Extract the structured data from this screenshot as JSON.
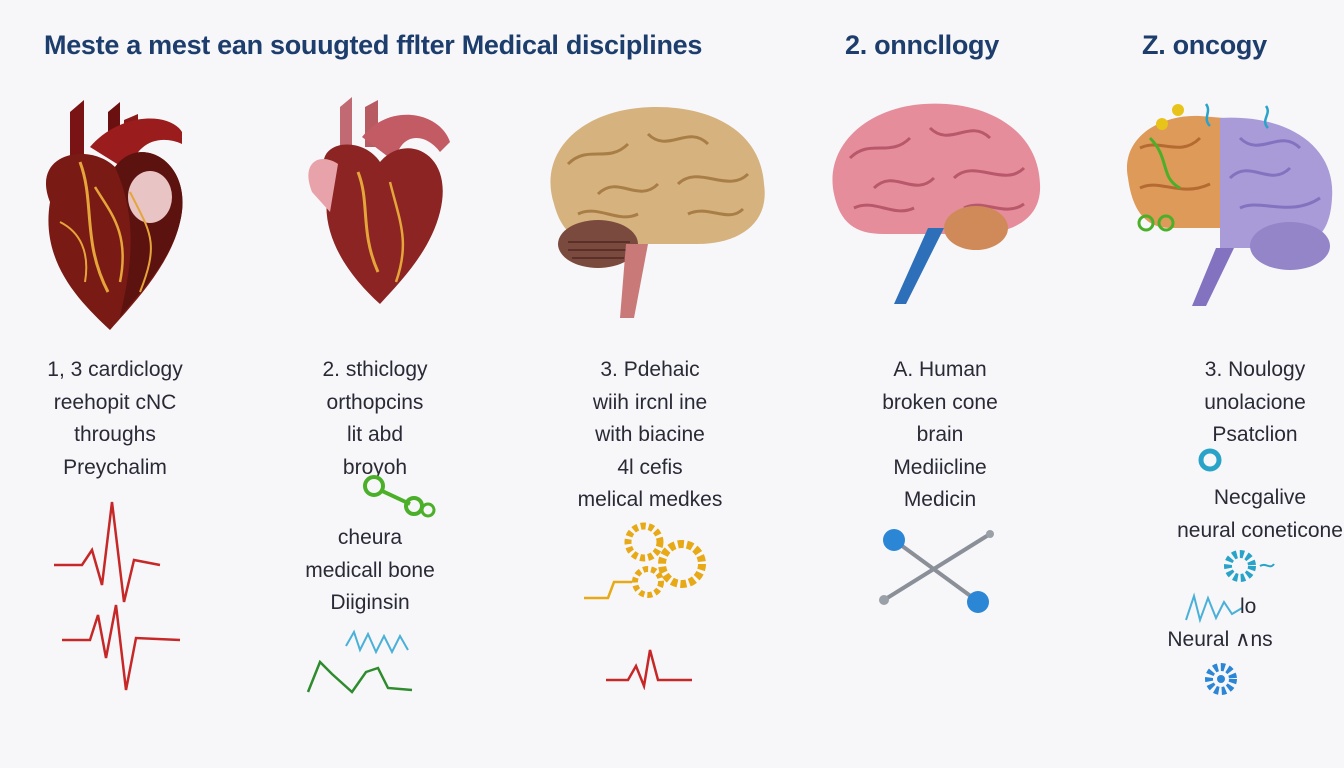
{
  "header": {
    "title": "Meste a mest ean souugted fflter Medical disciplines",
    "col2_title": "2. onncllogy",
    "col3_title": "Z. oncogy"
  },
  "columns": [
    {
      "organ": "heart-anatomical",
      "lines": [
        "1,  3 cardiclogy",
        "reehopit cNC",
        "throughs",
        "Preychalim"
      ],
      "lines_b": []
    },
    {
      "organ": "heart",
      "lines": [
        "2.  sthiclogy",
        "orthopcins",
        "lit abd",
        "broyoh"
      ],
      "lines_b": [
        "cheura",
        "medicall bone",
        "Diiginsin"
      ]
    },
    {
      "organ": "brain-tan",
      "lines": [
        "3.  Pdehaic",
        "wiih ircnl ine",
        "with biacine",
        "4l cefis",
        "melical medkes"
      ],
      "lines_b": []
    },
    {
      "organ": "brain-pink",
      "lines": [
        "A.  Human",
        "broken cone",
        "brain",
        "Mediicline",
        "Medicin"
      ],
      "lines_b": []
    },
    {
      "organ": "brain-purple",
      "lines": [
        "3.  Noulogy",
        "unolacione",
        "Psatclion"
      ],
      "lines_b": [
        "Necgalive",
        "neural coneticone"
      ],
      "lines_c": [
        "Neural ∧ns"
      ],
      "fragment": "lo"
    }
  ],
  "colors": {
    "title": "#1d3e6c",
    "text": "#2a2a36",
    "ecg_red": "#c62828",
    "ecg_green": "#2e8b2e",
    "gear_gold": "#e8a917",
    "molecule_blue": "#2c86d6",
    "icon_teal": "#2aa3c9"
  }
}
